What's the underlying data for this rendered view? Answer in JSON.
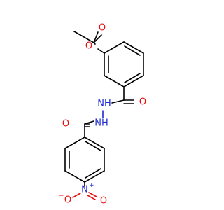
{
  "molecule": {
    "colors": {
      "bond": "#000000",
      "oxygen": "#e8110f",
      "nitrogen": "#1c2ad0",
      "background": "#ffffff"
    },
    "atoms": {
      "ester_o_carbonyl": "O",
      "ester_o_link": "O",
      "amide_o_upper": "O",
      "nh_upper": "NH",
      "nh_lower": "NH",
      "amide_o_lower": "O",
      "nitro_n": "N",
      "nitro_n_charge": "+",
      "nitro_o_left": "O",
      "nitro_o_left_charge": "−",
      "nitro_o_right": "O"
    }
  }
}
